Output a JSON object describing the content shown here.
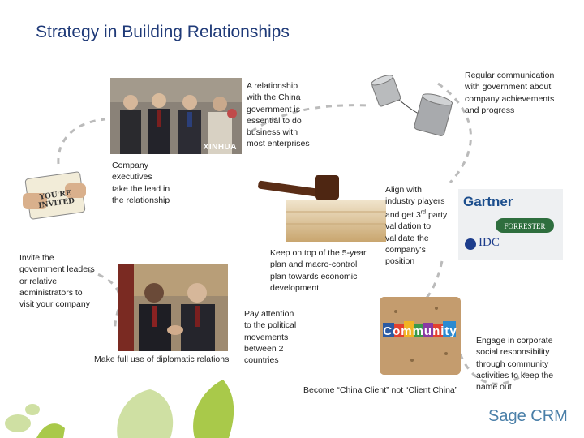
{
  "slide": {
    "title": "Strategy in Building Relationships",
    "items": {
      "invite": "Invite the government leaders or relative administrators to visit your company",
      "executives": "Company executives take the lead in the relationship",
      "relationship": "A relationship with the China government is essential to do business with most enterprises",
      "communication": "Regular communication with government about company achievements and progress",
      "align": "Align with industry players and get 3rd party validation to validate the company's position",
      "align_sup": "rd",
      "plan": "Keep on top of the 5-year plan and macro-control plan towards economic development",
      "political": "Pay attention to the political movements between 2 countries",
      "diplomatic": "Make full use of diplomatic relations",
      "csr": "Engage in corporate social responsibility through community activities to keep the name out",
      "china_client": "Become “China Client” not “Client China”"
    },
    "images": {
      "invited_card": "YOU'RE INVITED",
      "xinhua": "XINHUA",
      "gartner": "Gartner",
      "forrester": "FORRESTER",
      "idc": "IDC",
      "community": "Community"
    },
    "brand": "Sage CRM"
  },
  "colors": {
    "title": "#1f3a78",
    "path": "#bbbbbb",
    "leaf_green": "#a9c94a",
    "leaf_light": "#cfe0a3",
    "brand": "#4a7fa8"
  }
}
